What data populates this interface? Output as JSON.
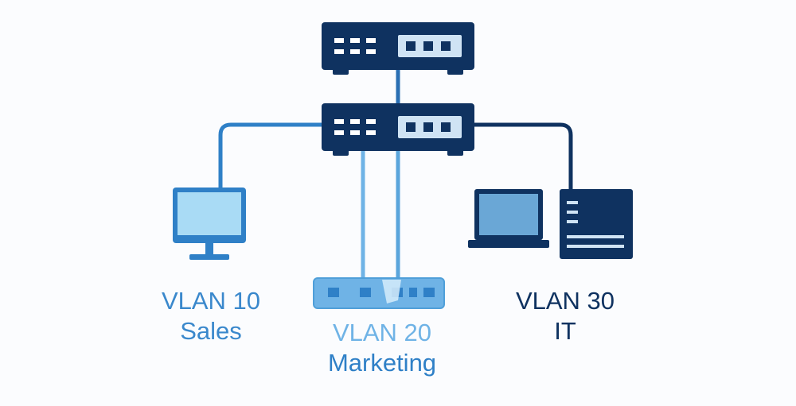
{
  "colors": {
    "dark_navy": "#0f3260",
    "mid_blue": "#2f80c7",
    "light_blue": "#6fb3e6",
    "screen_light": "#a9dbf5",
    "laptop_screen": "#6aa7d6",
    "background": "#fbfcfe"
  },
  "vlans": [
    {
      "id": "VLAN 10",
      "name": "Sales",
      "color": "#3a88cc"
    },
    {
      "id": "VLAN 20",
      "name": "Marketing",
      "color": "#4f9fd9"
    },
    {
      "id": "VLAN 30",
      "name": "IT",
      "color": "#0f3260"
    }
  ],
  "icons": {
    "router": "router-icon",
    "switch": "switch-icon",
    "desktop": "monitor-icon",
    "access_switch": "access-switch-icon",
    "laptop": "laptop-icon",
    "server": "server-icon"
  }
}
